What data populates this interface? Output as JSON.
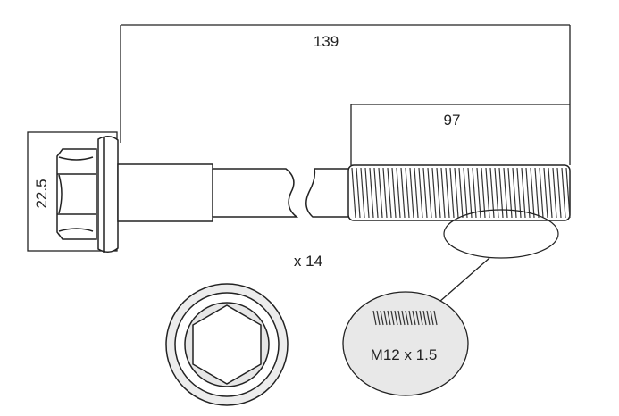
{
  "dimensions": {
    "overall_length": "139",
    "thread_length": "97",
    "head_size": "22.5"
  },
  "quantity": "x 14",
  "thread_spec": "M12 x 1.5",
  "colors": {
    "line": "#222222",
    "fill": "#ffffff",
    "callout_fill": "#e8e8e8"
  }
}
